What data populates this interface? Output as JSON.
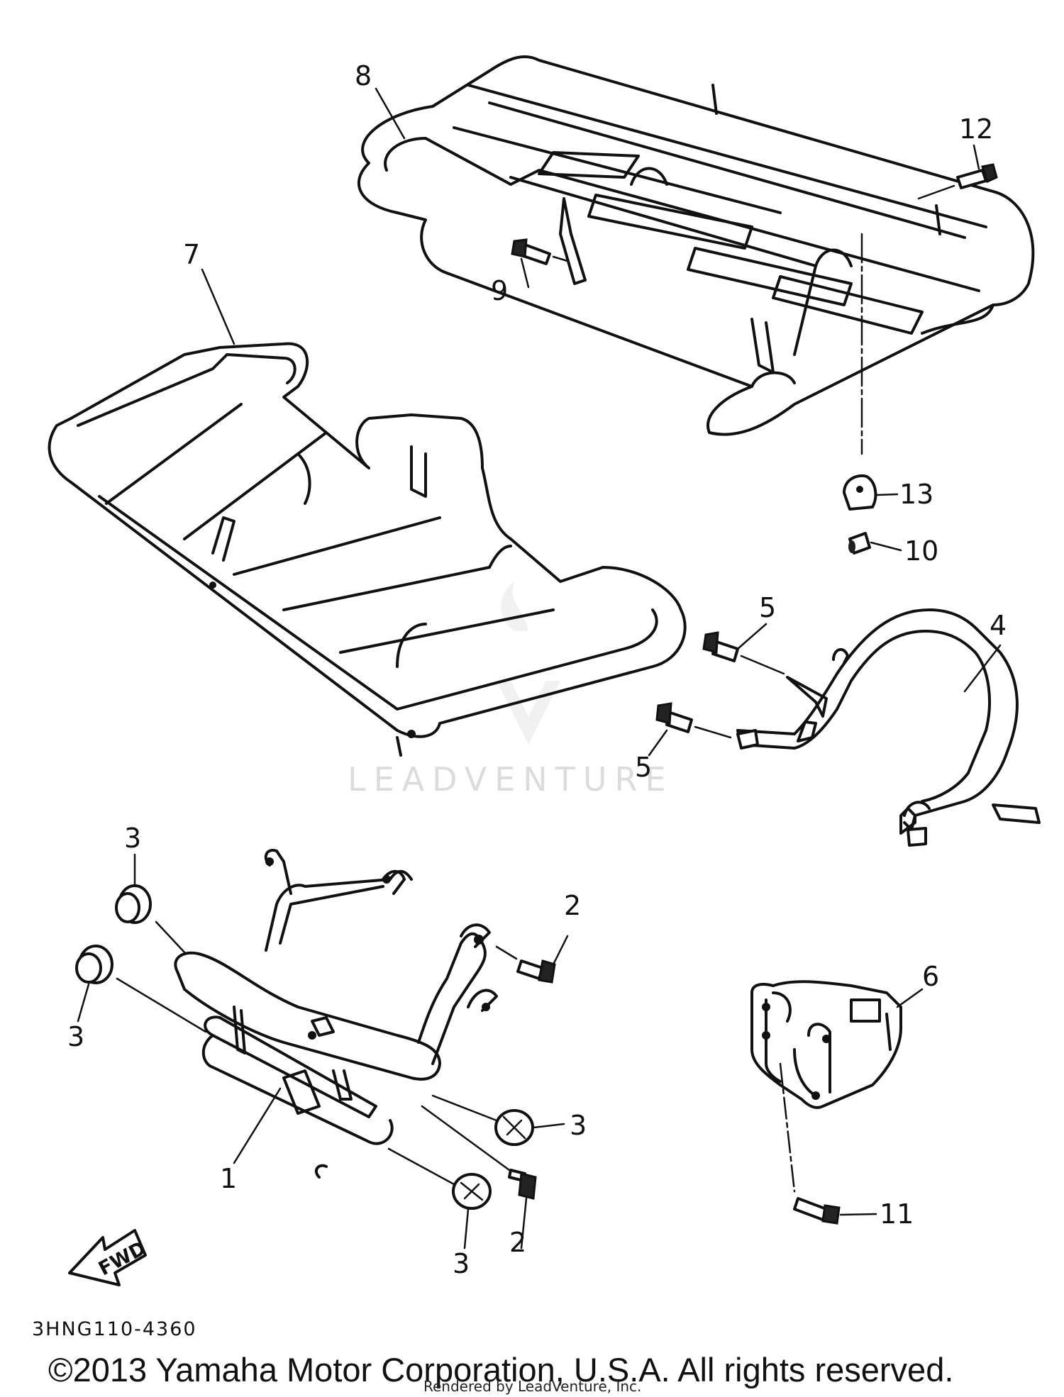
{
  "callouts": [
    {
      "id": "1",
      "label": "1"
    },
    {
      "id": "2a",
      "label": "2"
    },
    {
      "id": "2b",
      "label": "2"
    },
    {
      "id": "3a",
      "label": "3"
    },
    {
      "id": "3b",
      "label": "3"
    },
    {
      "id": "3c",
      "label": "3"
    },
    {
      "id": "3d",
      "label": "3"
    },
    {
      "id": "4",
      "label": "4"
    },
    {
      "id": "5a",
      "label": "5"
    },
    {
      "id": "5b",
      "label": "5"
    },
    {
      "id": "6",
      "label": "6"
    },
    {
      "id": "7",
      "label": "7"
    },
    {
      "id": "8",
      "label": "8"
    },
    {
      "id": "9",
      "label": "9"
    },
    {
      "id": "10",
      "label": "10"
    },
    {
      "id": "11",
      "label": "11"
    },
    {
      "id": "12",
      "label": "12"
    },
    {
      "id": "13",
      "label": "13"
    }
  ],
  "fwd_label": "FWD",
  "diagram_code": "3HNG110-4360",
  "watermark": "LEADVENTURE",
  "copyright": "©2013 Yamaha Motor Corporation, U.S.A. All rights reserved.",
  "rendered_by": "Rendered by LeadVenture, Inc."
}
